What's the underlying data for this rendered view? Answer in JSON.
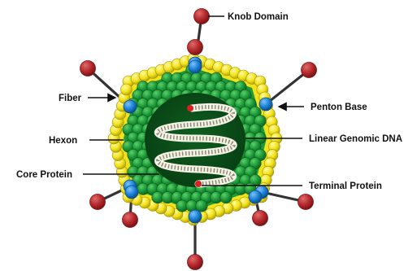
{
  "labels": {
    "knob_domain": "Knob Domain",
    "fiber": "Fiber",
    "penton_base": "Penton Base",
    "hexon": "Hexon",
    "linear_genomic_dna": "Linear Genomic DNA",
    "core_protein": "Core Protein",
    "terminal_protein": "Terminal Protein"
  },
  "colors": {
    "hexon_green": "#1e9a3a",
    "hexon_dark_green": "#0f6e24",
    "capsid_interior": "#0b4f1a",
    "yellow_protein": "#f2e21c",
    "penton_blue": "#1a7fd1",
    "knob_red": "#b3272a",
    "fiber_gray": "#333333",
    "dna_white": "#f4f1e6",
    "terminal_red": "#d42323"
  }
}
